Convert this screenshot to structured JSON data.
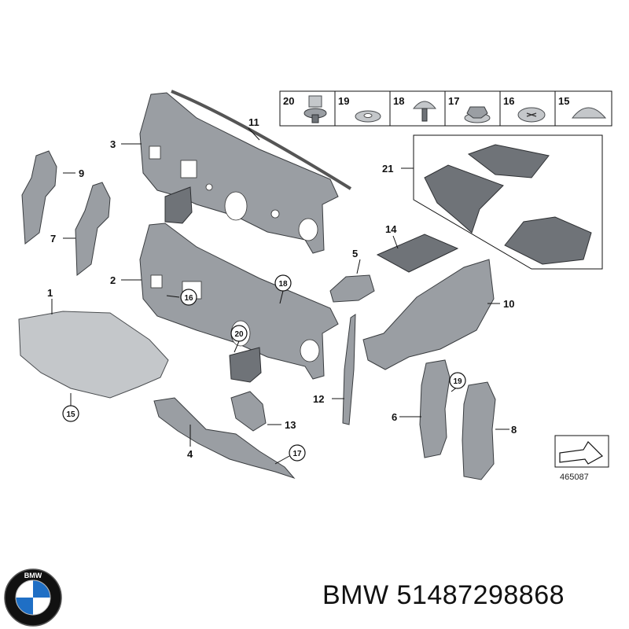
{
  "callouts": [
    "1",
    "2",
    "3",
    "4",
    "6",
    "7",
    "8",
    "9",
    "10",
    "11",
    "12",
    "13",
    "14",
    "5",
    "21"
  ],
  "circled_callouts": [
    "15",
    "16",
    "18",
    "20",
    "17",
    "19"
  ],
  "fastener_box": {
    "labels": [
      "20",
      "19",
      "18",
      "17",
      "16",
      "15"
    ]
  },
  "diagram_code": "465087",
  "footer": {
    "brand_text": "BMW 51487298868"
  },
  "logo": {
    "letters": "BMW",
    "colors": {
      "blue": "#1f6fc5",
      "black": "#111111",
      "white": "#ffffff"
    }
  }
}
